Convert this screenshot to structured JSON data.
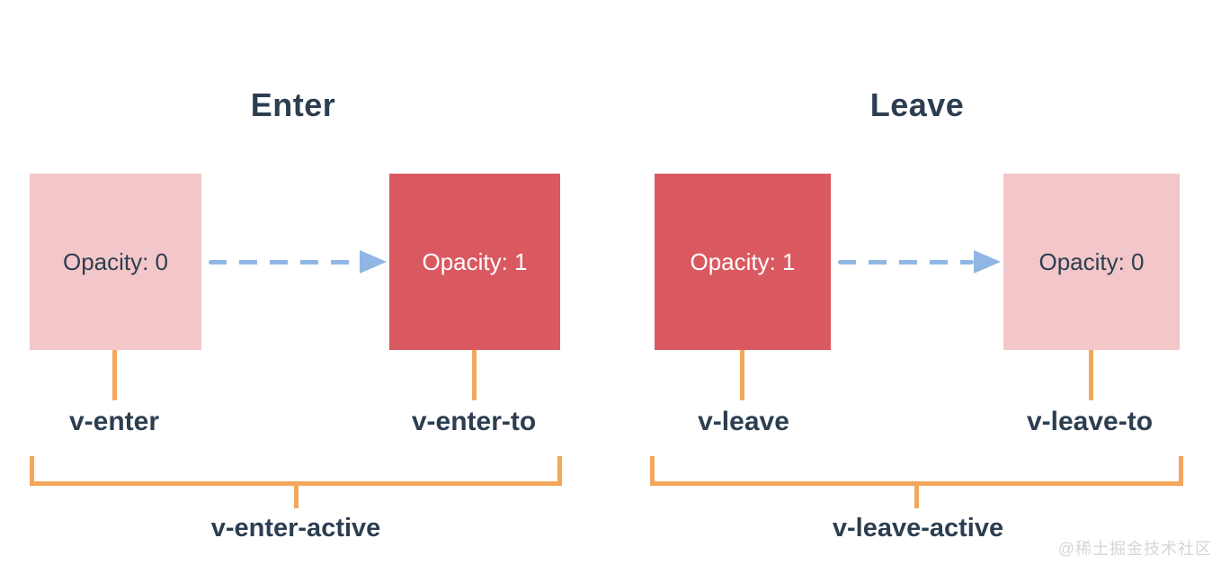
{
  "colors": {
    "pink": "#f3c7c9",
    "red": "#da5961",
    "orange": "#f4a75c",
    "blue": "#90b7e3",
    "ink": "#2c3e50",
    "watermark": "#d6d6d6",
    "bg": "#ffffff"
  },
  "sections": {
    "enter": {
      "title": "Enter",
      "start_box": "Opacity: 0",
      "end_box": "Opacity: 1",
      "start_label": "v-enter",
      "end_label": "v-enter-to",
      "active_label": "v-enter-active"
    },
    "leave": {
      "title": "Leave",
      "start_box": "Opacity: 1",
      "end_box": "Opacity: 0",
      "start_label": "v-leave",
      "end_label": "v-leave-to",
      "active_label": "v-leave-active"
    }
  },
  "watermark": "@稀土掘金技术社区"
}
